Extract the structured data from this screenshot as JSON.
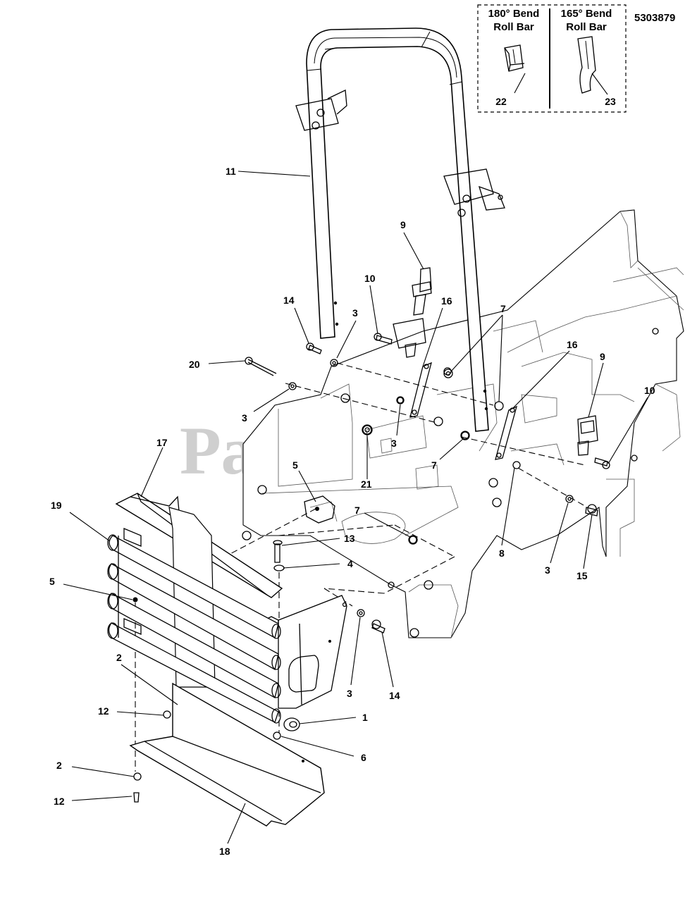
{
  "part_number": "5303879",
  "watermark": "PartsTree",
  "legend": [
    {
      "title_line1": "180° Bend",
      "title_line2": "Roll Bar",
      "callout": "22"
    },
    {
      "title_line1": "165° Bend",
      "title_line2": "Roll Bar",
      "callout": "23"
    }
  ],
  "callouts": {
    "c11": "11",
    "c9a": "9",
    "c10a": "10",
    "c14a": "14",
    "c3a": "3",
    "c16a": "16",
    "c7a": "7",
    "c20": "20",
    "c3b": "3",
    "c16b": "16",
    "c9b": "9",
    "c10b": "10",
    "c3c": "3",
    "c7b": "7",
    "c17": "17",
    "c5a": "5",
    "c21": "21",
    "c19": "19",
    "c7c": "7",
    "c13": "13",
    "c4": "4",
    "c8": "8",
    "c3d": "3",
    "c15": "15",
    "c5b": "5",
    "c2a": "2",
    "c3e": "3",
    "c14b": "14",
    "c12a": "12",
    "c1": "1",
    "c6": "6",
    "c2b": "2",
    "c12b": "12",
    "c18": "18"
  }
}
